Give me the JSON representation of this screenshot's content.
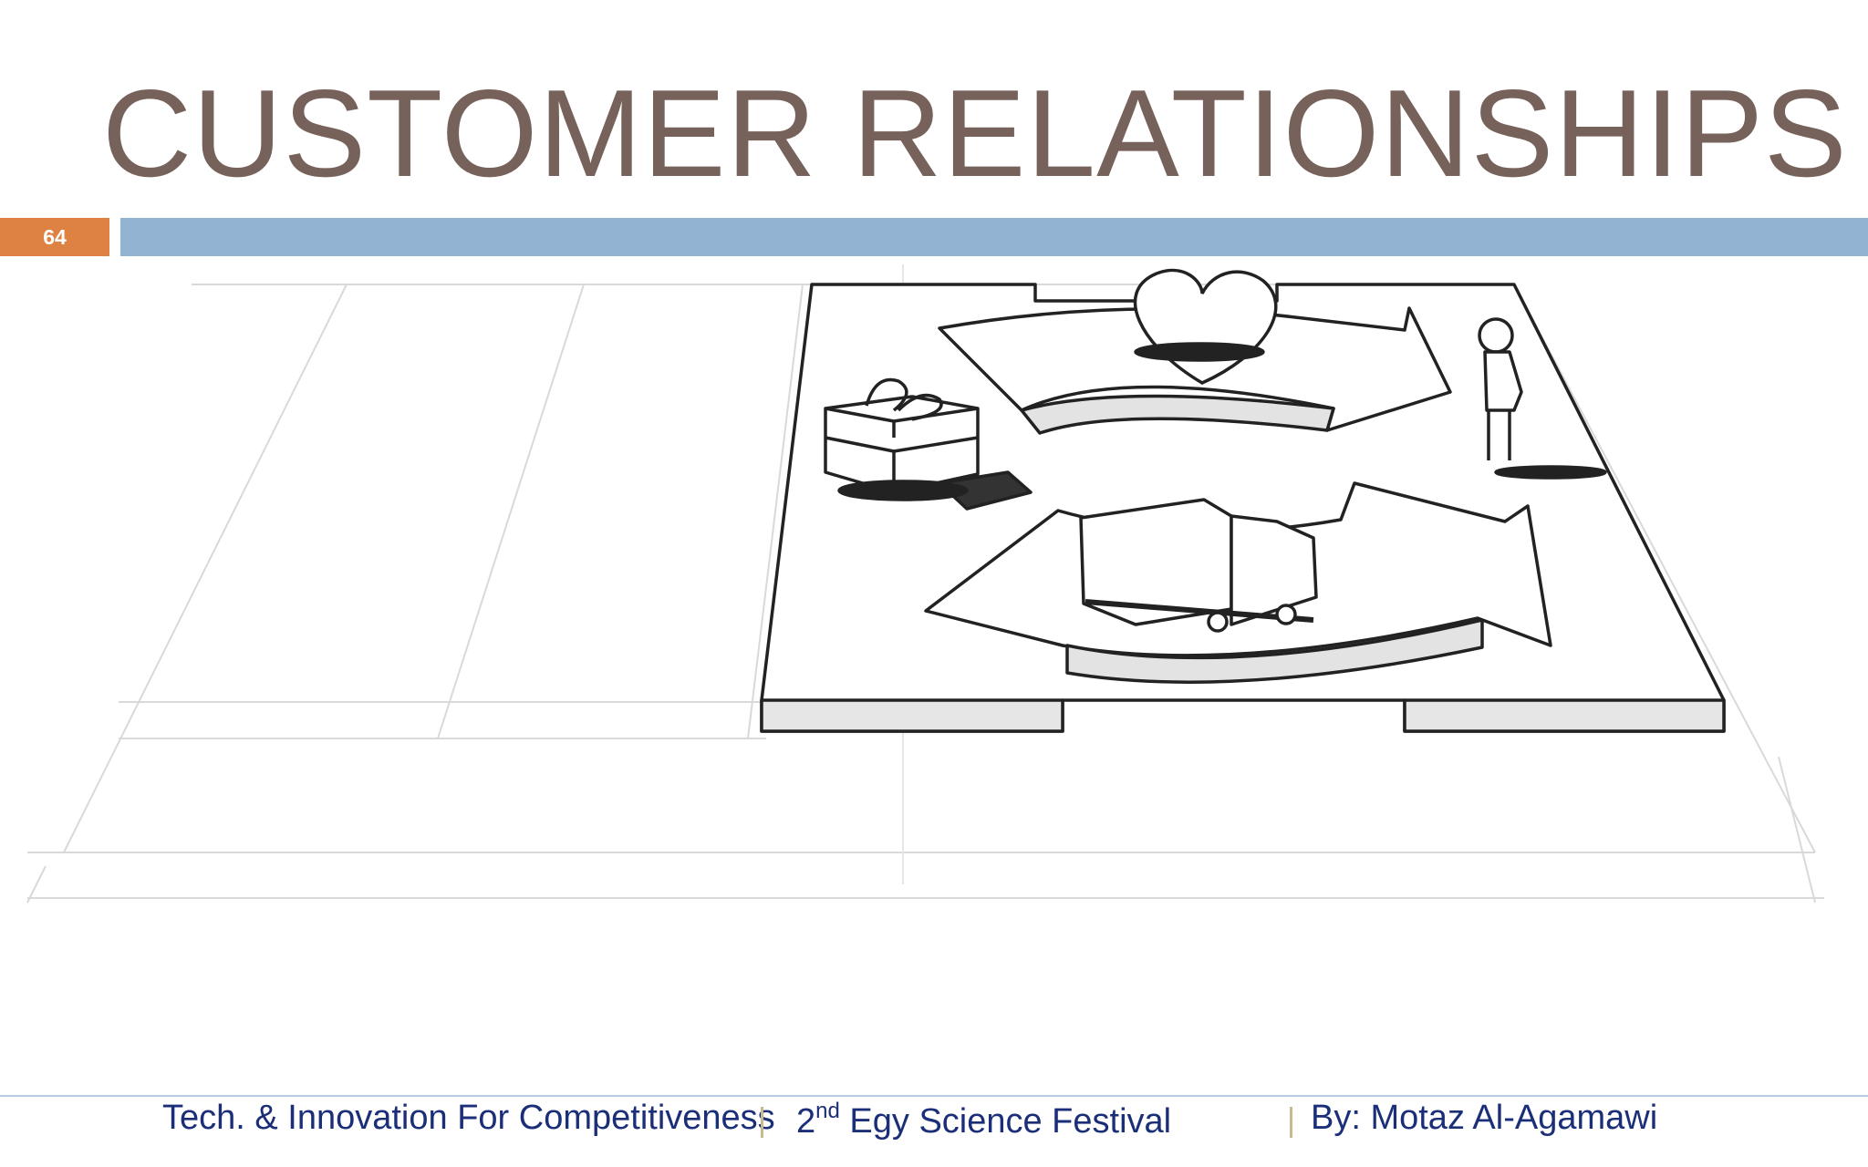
{
  "slide": {
    "title": "CUSTOMER RELATIONSHIPS",
    "page_number": "64"
  },
  "footer": {
    "left": "Tech. & Innovation For Competitiveness",
    "center_prefix": "2",
    "center_sup": "nd",
    "center_text": " Egy Science Festival",
    "right": "By: Motaz Al-Agamawi"
  },
  "colors": {
    "title": "#76625a",
    "page_badge": "#de8243",
    "rule": "#92b3d2",
    "footer_text": "#1b2e78"
  }
}
